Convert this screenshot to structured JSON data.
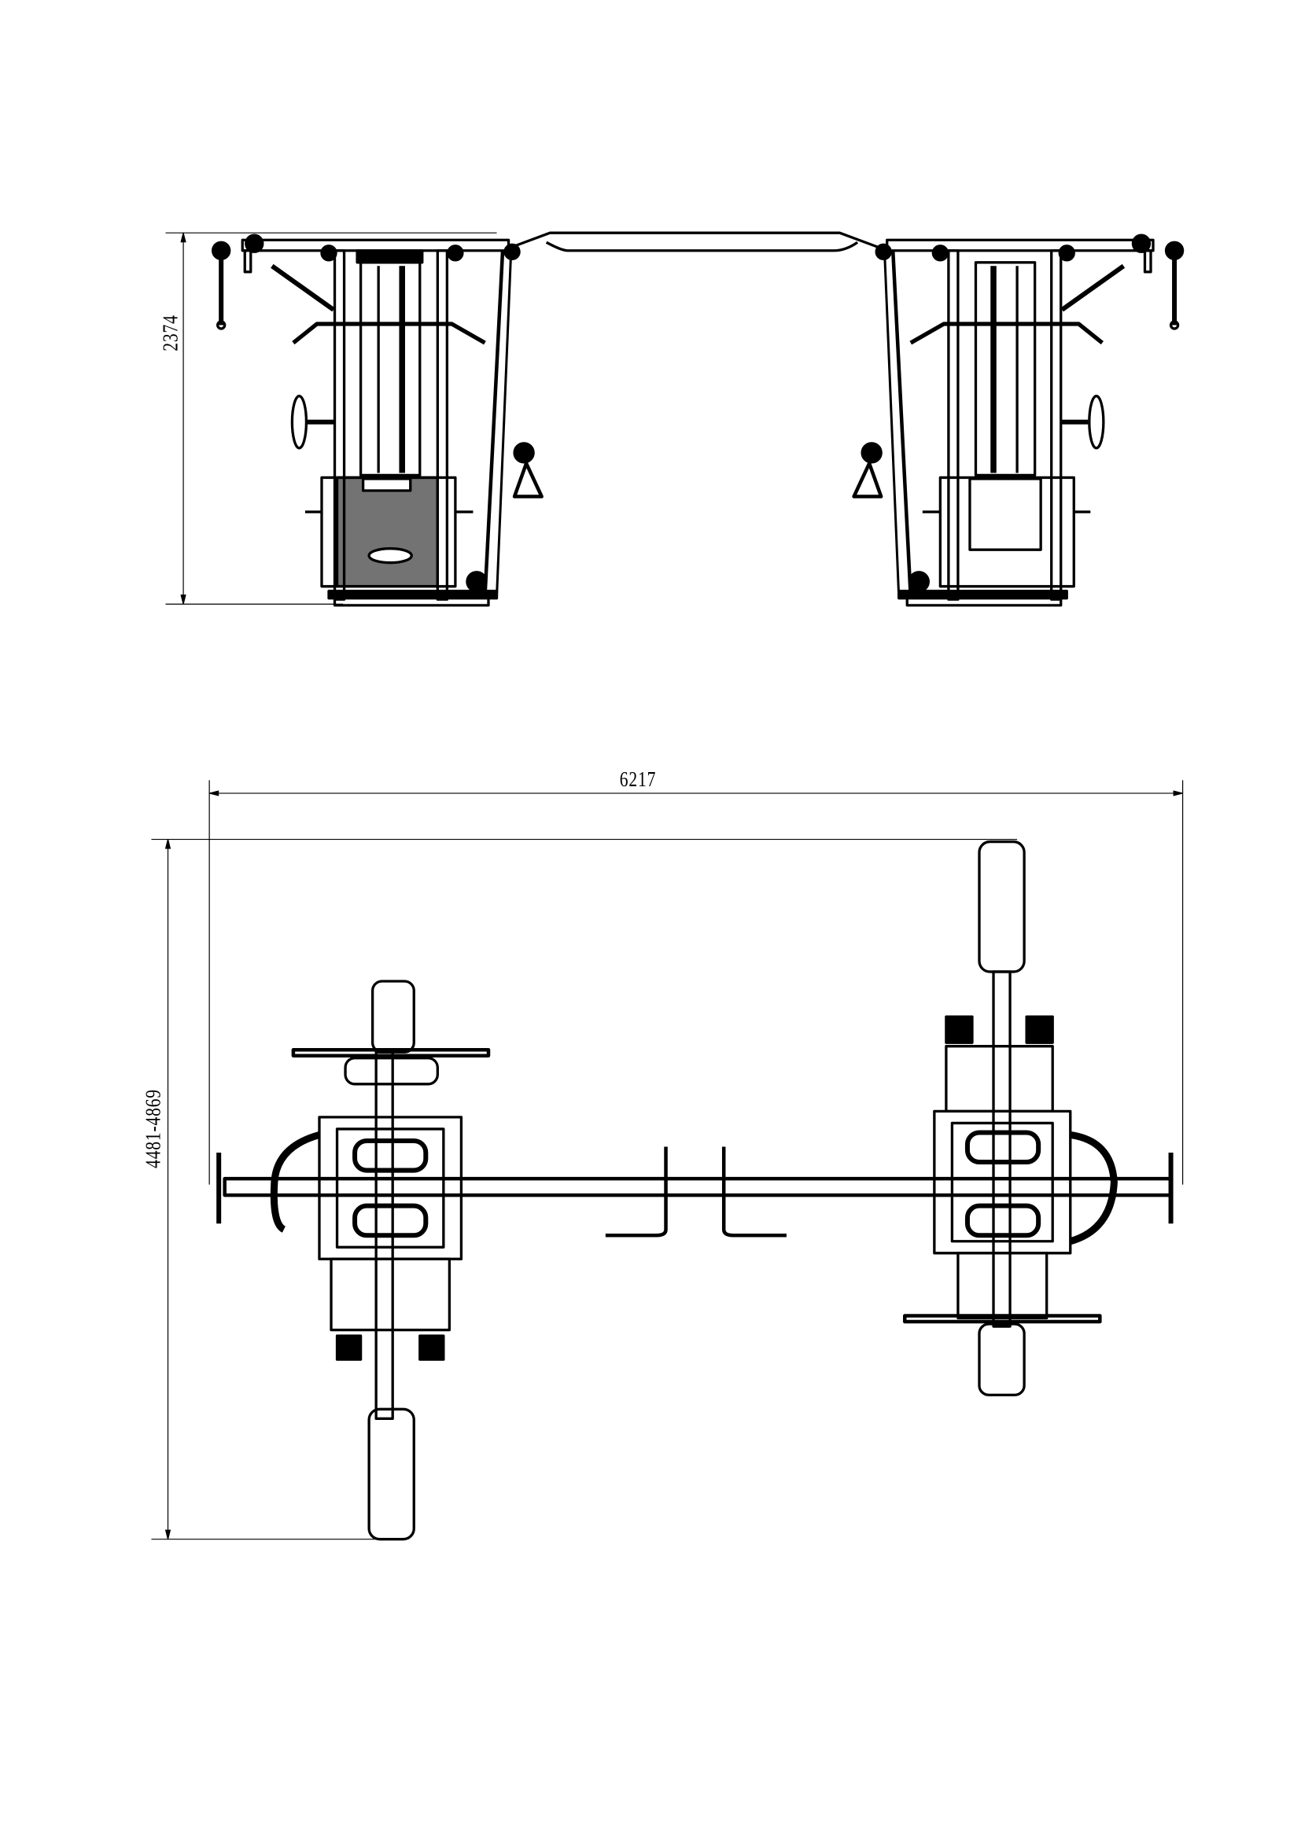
{
  "drawing": {
    "front_view": {
      "height_dimension": "2374"
    },
    "top_view": {
      "width_dimension": "6217",
      "depth_dimension": "4481-4869"
    },
    "line_color": "#000000",
    "background": "#ffffff"
  }
}
